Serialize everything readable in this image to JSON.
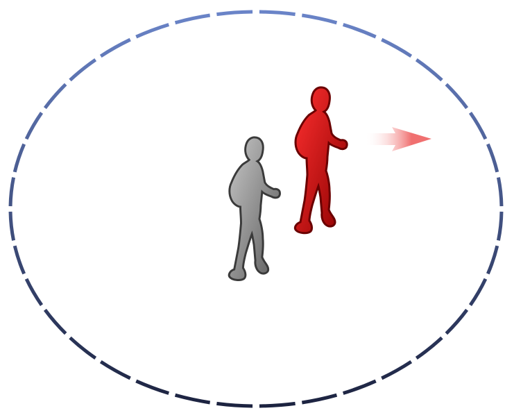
{
  "scene": {
    "track": {
      "segment_count": 36,
      "color_top": "#6a84c8",
      "color_bottom": "#1c2340",
      "gap_color": "#ffffff"
    },
    "runners": [
      {
        "name": "lead-runner",
        "role": "leading",
        "fill_light": "#ff3030",
        "fill_dark": "#8c0000",
        "outline": "#6a0000"
      },
      {
        "name": "trailing-runner",
        "role": "following",
        "fill_light": "#c8c8c8",
        "fill_dark": "#5a5a5a",
        "outline": "#3a3a3a"
      }
    ],
    "direction_arrow": {
      "icon": "right-arrow-icon",
      "color": "#f07070",
      "fade_color": "#ffffff"
    }
  }
}
